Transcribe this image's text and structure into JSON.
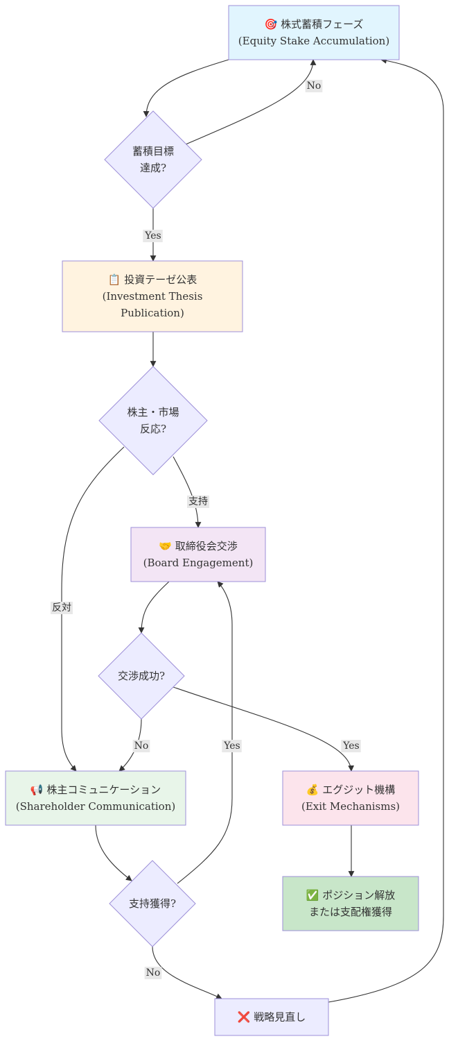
{
  "diagram": {
    "nodes": [
      {
        "id": "accum",
        "shape": "rect",
        "lines": [
          "🎯 株式蓄積フェーズ",
          "(Equity Stake Accumulation)"
        ],
        "fill": "#e1f5fe",
        "stroke": "#9d8fd8"
      },
      {
        "id": "target",
        "shape": "diamond",
        "lines": [
          "蓄積目標",
          "達成?"
        ],
        "fill": "#ececff",
        "stroke": "#9d8fd8"
      },
      {
        "id": "thesis",
        "shape": "rect",
        "lines": [
          "📋 投資テーゼ公表",
          "(Investment Thesis",
          "Publication)"
        ],
        "fill": "#fff3e0",
        "stroke": "#9d8fd8"
      },
      {
        "id": "reaction",
        "shape": "diamond",
        "lines": [
          "株主・市場",
          "反応?"
        ],
        "fill": "#ececff",
        "stroke": "#9d8fd8"
      },
      {
        "id": "board",
        "shape": "rect",
        "lines": [
          "🤝 取締役会交渉",
          "(Board Engagement)"
        ],
        "fill": "#f3e5f5",
        "stroke": "#9d8fd8"
      },
      {
        "id": "negotiate",
        "shape": "diamond",
        "lines": [
          "交渉成功?"
        ],
        "fill": "#ececff",
        "stroke": "#9d8fd8"
      },
      {
        "id": "comm",
        "shape": "rect",
        "lines": [
          "📢 株主コミュニケーション",
          "(Shareholder Communication)"
        ],
        "fill": "#e8f5e9",
        "stroke": "#9d8fd8"
      },
      {
        "id": "exit",
        "shape": "rect",
        "lines": [
          "💰 エグジット機構",
          "(Exit Mechanisms)"
        ],
        "fill": "#fce4ec",
        "stroke": "#9d8fd8"
      },
      {
        "id": "support",
        "shape": "diamond",
        "lines": [
          "支持獲得?"
        ],
        "fill": "#ececff",
        "stroke": "#9d8fd8"
      },
      {
        "id": "resolve",
        "shape": "rect",
        "lines": [
          "✅ ポジション解放",
          "または支配権獲得"
        ],
        "fill": "#c8e6c9",
        "stroke": "#9d8fd8"
      },
      {
        "id": "review",
        "shape": "rect",
        "lines": [
          "❌ 戦略見直し"
        ],
        "fill": "#ececff",
        "stroke": "#9d8fd8"
      }
    ],
    "edges": [
      {
        "id": "accum-target",
        "from": "accum",
        "to": "target",
        "label": ""
      },
      {
        "id": "target-accum",
        "from": "target",
        "to": "accum",
        "label": "No"
      },
      {
        "id": "target-thesis",
        "from": "target",
        "to": "thesis",
        "label": "Yes"
      },
      {
        "id": "thesis-reaction",
        "from": "thesis",
        "to": "reaction",
        "label": ""
      },
      {
        "id": "reaction-board",
        "from": "reaction",
        "to": "board",
        "label": "支持"
      },
      {
        "id": "reaction-comm",
        "from": "reaction",
        "to": "comm",
        "label": "反対"
      },
      {
        "id": "board-negotiate",
        "from": "board",
        "to": "negotiate",
        "label": ""
      },
      {
        "id": "negotiate-comm",
        "from": "negotiate",
        "to": "comm",
        "label": "No"
      },
      {
        "id": "negotiate-exit",
        "from": "negotiate",
        "to": "exit",
        "label": "Yes"
      },
      {
        "id": "comm-support",
        "from": "comm",
        "to": "support",
        "label": ""
      },
      {
        "id": "support-board",
        "from": "support",
        "to": "board",
        "label": "Yes"
      },
      {
        "id": "support-review",
        "from": "support",
        "to": "review",
        "label": "No"
      },
      {
        "id": "exit-resolve",
        "from": "exit",
        "to": "resolve",
        "label": ""
      },
      {
        "id": "review-accum",
        "from": "review",
        "to": "accum",
        "label": ""
      }
    ]
  }
}
